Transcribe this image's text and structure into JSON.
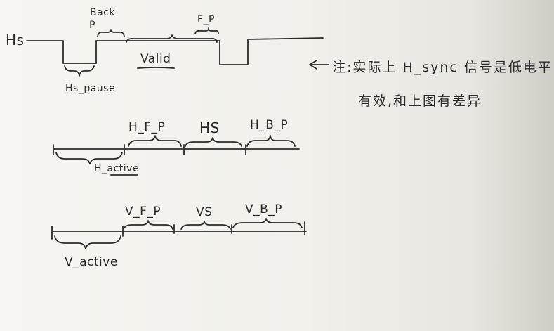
{
  "signal_diagram": {
    "hs_label": "Hs",
    "back_label": "Back",
    "p_label": "P",
    "fp_label": "F_P",
    "valid_label": "Valid",
    "hs_pause_label": "Hs_pause"
  },
  "note": {
    "line1": "注:实际上 H_sync 信号是低电平",
    "line2": "有效,和上图有差异"
  },
  "horizontal_timeline": {
    "hfp_label": "H_F_P",
    "hs_label": "HS",
    "hbp_label": "H_B_P",
    "hactive_label": "H_active"
  },
  "vertical_timeline": {
    "vfp_label": "V_F_P",
    "vs_label": "VS",
    "vbp_label": "V_B_P",
    "vactive_label": "V_active"
  }
}
